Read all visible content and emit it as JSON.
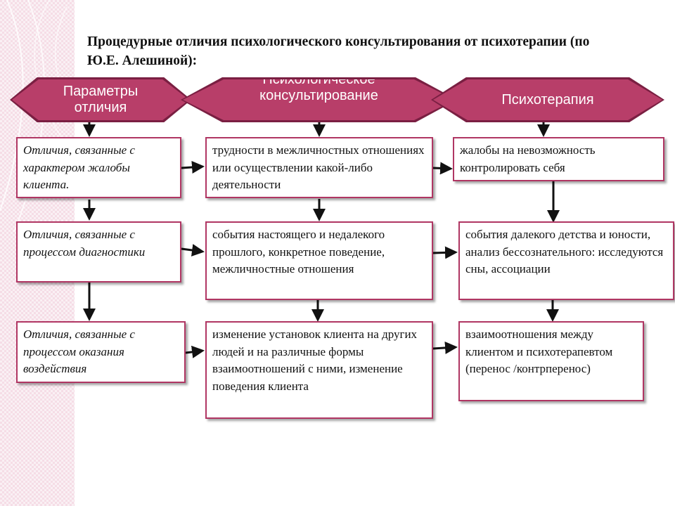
{
  "title": "Процедурные отличия психологического консультирования от психотерапии (по Ю.Е. Алешиной):",
  "headers": {
    "params": "Параметры отличия",
    "counseling": "Психологическое консультирование",
    "therapy": "Психотерапия"
  },
  "rows": [
    {
      "param": "Отличия, связанные с характером жалобы клиента.",
      "counseling": "трудности в межличностных отношениях или осуществлении какой-либо деятельности",
      "therapy": "жалобы на невозможность контролировать себя"
    },
    {
      "param": "Отличия, связанные с процессом диагностики",
      "counseling": "события настоящего и недалекого прошлого, конкретное поведение, межличностные отношения",
      "therapy": "события далекого детства и юности, анализ бессознательного: исследуются сны, ассоциации"
    },
    {
      "param": "Отличия, связанные с процессом оказания воздействия",
      "counseling": "изменение установок клиента на других людей и на различные формы взаимоотношений с ними, изменение поведения клиента",
      "therapy": "взаимоотношения между клиентом и психотерапевтом (перенос /контрперенос)"
    }
  ],
  "colors": {
    "accent": "#b83e69",
    "accent_dark": "#7a1f42",
    "side_panel": "#f5dde6"
  }
}
